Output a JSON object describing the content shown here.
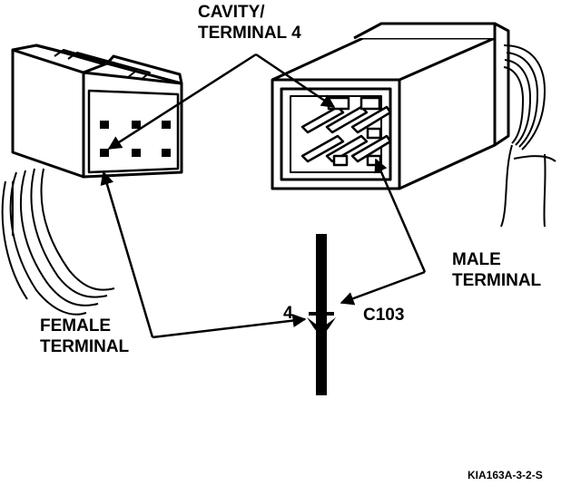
{
  "labels": {
    "cavity_line1": "CAVITY/",
    "cavity_line2": "TERMINAL 4",
    "male_line1": "MALE",
    "male_line2": "TERMINAL",
    "female_line1": "FEMALE",
    "female_line2": "TERMINAL",
    "pin_number": "4",
    "connector_id": "C103",
    "figure_code": "KIA163A-3-2-S"
  },
  "colors": {
    "ink": "#000000",
    "paper": "#ffffff"
  }
}
